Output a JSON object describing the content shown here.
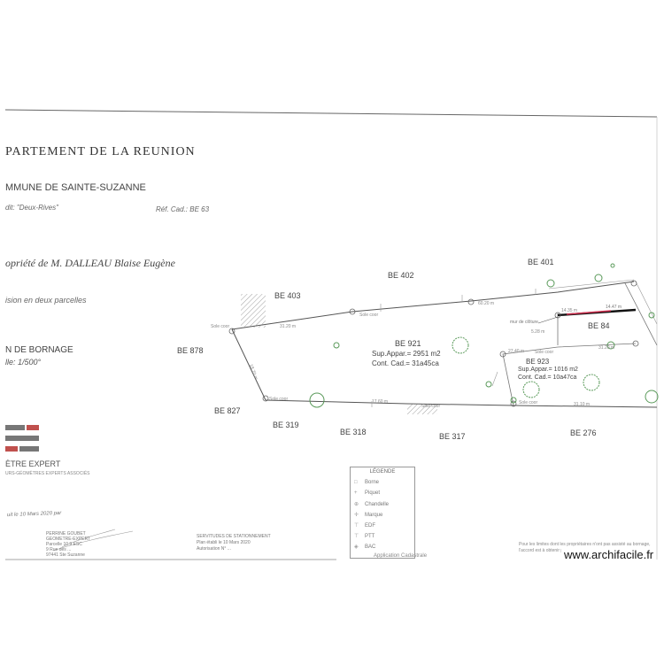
{
  "header": {
    "department": "PARTEMENT DE LA REUNION",
    "commune": "MMUNE DE SAINTE-SUZANNE",
    "lieu_dit": "dit: \"Deux-Rives\"",
    "reference": "Réf. Cad.: BE 63",
    "owner": "opriété de M. DALLEAU Blaise Eugène",
    "division": "ision en deux parcelles",
    "plan_title": "N DE BORNAGE",
    "scale": "lle: 1/500°"
  },
  "surveyor": {
    "title": "ÈTRE EXPERT",
    "subtitle": "URS-GÉOMÈTRES EXPERTS ASSOCIÉS",
    "date": "uit le 10 Mars 2020 par",
    "stamp_lines": [
      "PERRINE GOUBET",
      "GEOMETRE-EXPERT",
      "Parcelle 10 9 ESC",
      "9 Rue des ...",
      "97441 Ste Suzanne"
    ]
  },
  "map": {
    "parcels": [
      {
        "label": "BE 403"
      },
      {
        "label": "BE 402"
      },
      {
        "label": "BE 401"
      },
      {
        "label": "BE 878"
      },
      {
        "label": "BE 84"
      },
      {
        "label": "BE 827"
      },
      {
        "label": "BE 319"
      },
      {
        "label": "BE 318"
      },
      {
        "label": "BE 317"
      },
      {
        "label": "BE 276"
      }
    ],
    "lot_921": {
      "label": "BE 921",
      "sup": "Sup.Appar.= 2951 m2",
      "cont": "Cont. Cad.= 31a45ca"
    },
    "lot_923": {
      "label": "BE 923",
      "sup": "Sup.Appar.= 1016 m2",
      "cont": "Cont. Cad.= 10a47ca"
    },
    "measure_top": "14.47 m",
    "annotation_wall": "mur de clôture"
  },
  "legend": {
    "title": "LÉGENDE",
    "items": [
      {
        "symbol": "□",
        "label": "Borne"
      },
      {
        "symbol": "+",
        "label": "Piquet"
      },
      {
        "symbol": "⊕",
        "label": "Chandelle"
      },
      {
        "symbol": "✛",
        "label": "Marque"
      },
      {
        "symbol": "⊤",
        "label": "EDF"
      },
      {
        "symbol": "⊤",
        "label": "PTT"
      },
      {
        "symbol": "◈",
        "label": "BAC"
      }
    ],
    "footer": "Application Cadastrale"
  },
  "stamp_center": [
    "SERVITUDES DE STATIONNEMENT",
    "Plan établi le 10 Mars 2020",
    "Autorisation N° ..."
  ],
  "note": "Pour les limites dont les propriétaires n'ont pas assisté au bornage, l'accord est à obtenir par acte séparé",
  "watermark": "www.archifacile.fr",
  "colors": {
    "line": "#555555",
    "tree": "#5a9a5a",
    "red_limit": "#d03050"
  }
}
